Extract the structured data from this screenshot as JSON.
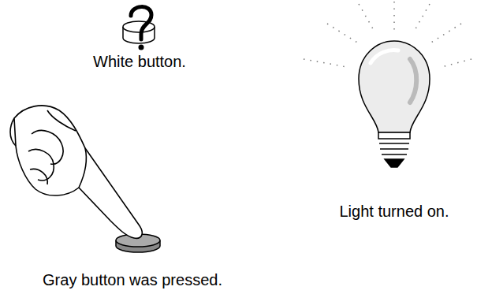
{
  "diagram": {
    "labels": [
      "White button.",
      "Light turned on.",
      "Gray button was pressed."
    ]
  }
}
